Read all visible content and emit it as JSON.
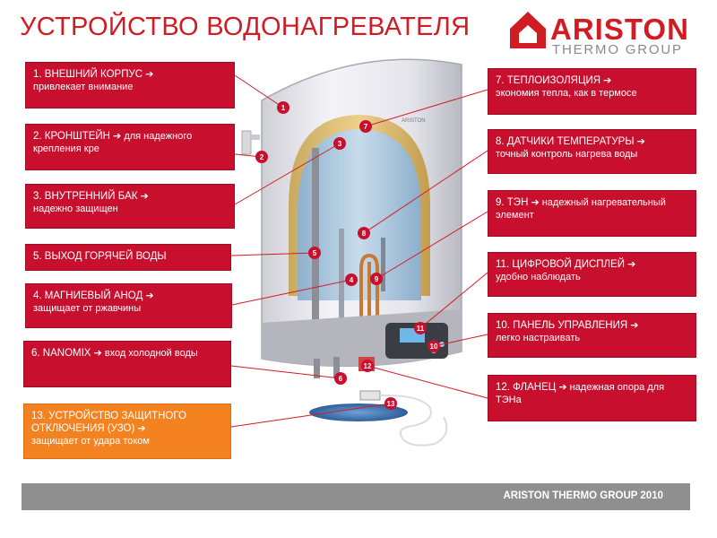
{
  "title": "УСТРОЙСТВО ВОДОНАГРЕВАТЕЛЯ",
  "logo": {
    "name": "ARISTON",
    "sub": "THERMO GROUP"
  },
  "arrow": "➔",
  "callouts": {
    "c1": {
      "head": "1. ВНЕШНИЙ КОРПУС",
      "text": "привлекает внимание"
    },
    "c2": {
      "head": "2. КРОНШТЕЙН",
      "text": "для надежного крепления кре"
    },
    "c3": {
      "head": "3. ВНУТРЕННИЙ БАК",
      "text": "надежно защищен"
    },
    "c5": {
      "head": "5. ВЫХОД ГОРЯЧЕЙ ВОДЫ",
      "text": ""
    },
    "c4": {
      "head": "4. МАГНИЕВЫЙ АНОД",
      "text": "защищает от ржавчины"
    },
    "c6": {
      "head": "6. NANOMIX",
      "text": "вход холодной воды"
    },
    "c13": {
      "head": "13. УСТРОЙСТВО ЗАЩИТНОГО ОТКЛЮЧЕНИЯ (УЗО)",
      "text": "защищает от удара током"
    },
    "c7": {
      "head": "7. ТЕПЛОИЗОЛЯЦИЯ",
      "text": "экономия тепла, как в термосе"
    },
    "c8": {
      "head": "8. ДАТЧИКИ ТЕМПЕРАТУРЫ",
      "text": "точный контроль нагрева воды"
    },
    "c9": {
      "head": "9. ТЭН",
      "text": "надежный нагревательный элемент"
    },
    "c11": {
      "head": "11. ЦИФРОВОЙ ДИСПЛЕЙ",
      "text": "удобно наблюдать"
    },
    "c10": {
      "head": "10. ПАНЕЛЬ УПРАВЛЕНИЯ",
      "text": "легко настраивать"
    },
    "c12": {
      "head": "12. ФЛАНЕЦ",
      "text": "надежная опора для ТЭНа"
    }
  },
  "markers": [
    "1",
    "2",
    "3",
    "4",
    "5",
    "6",
    "7",
    "8",
    "9",
    "10",
    "11",
    "12",
    "13"
  ],
  "device_brand": "ARISTON",
  "footer": "ARISTON THERMO GROUP 2010",
  "colors": {
    "red": "#c8102e",
    "orange": "#f58220",
    "title_red": "#d11c24",
    "footer_gray": "#8f8f8f"
  }
}
